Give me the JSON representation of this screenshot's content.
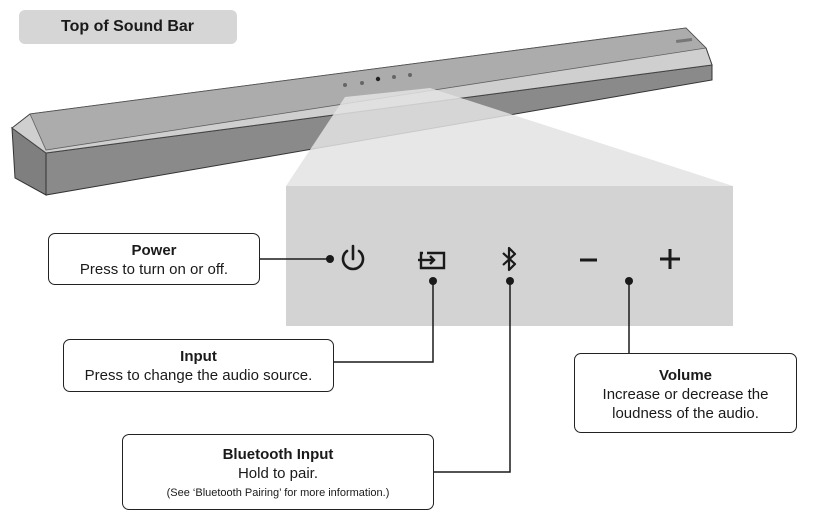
{
  "section_label": "Top of Sound Bar",
  "callouts": {
    "power": {
      "title": "Power",
      "description": "Press to turn on or off."
    },
    "input": {
      "title": "Input",
      "description": "Press to change the audio source."
    },
    "bluetooth": {
      "title": "Bluetooth Input",
      "description": "Hold to pair.",
      "note": "(See ‘Bluetooth Pairing’ for more information.)"
    },
    "volume": {
      "title": "Volume",
      "description": "Increase or decrease the loudness of the audio."
    }
  },
  "icons": [
    "power-icon",
    "input-icon",
    "bluetooth-icon",
    "volume-down-icon",
    "volume-up-icon"
  ],
  "colors": {
    "soundbar_body": "#8e8e8e",
    "soundbar_top": "#d0d0d0",
    "button_panel": "#d3d3d3",
    "label_tag": "#d6d6d6"
  }
}
